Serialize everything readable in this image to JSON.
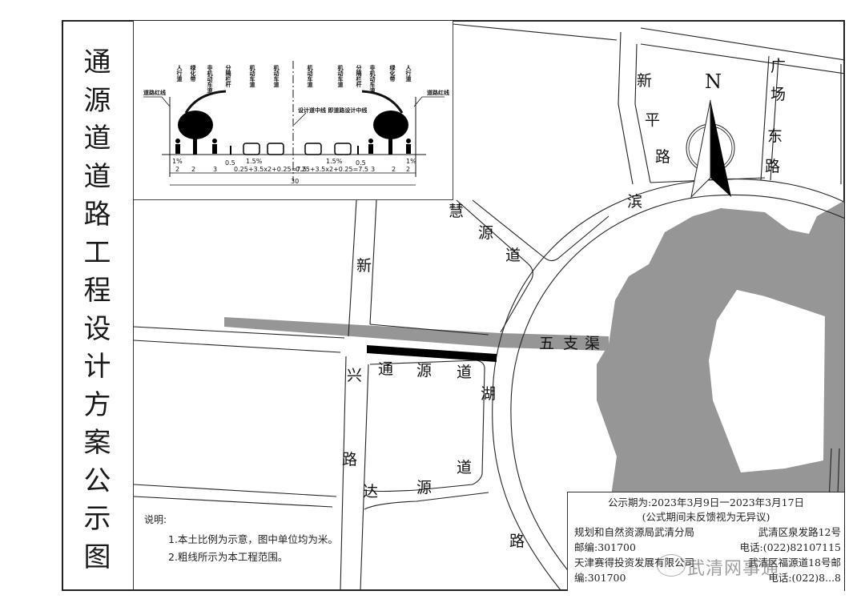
{
  "title": {
    "text": "通源道道路工程设计方案公示图",
    "chars": [
      "通",
      "源",
      "道",
      "道",
      "路",
      "工",
      "程",
      "设",
      "计",
      "方",
      "案",
      "公",
      "示",
      "图"
    ]
  },
  "cross_section": {
    "left_labels": [
      "人行道",
      "绿化带",
      "非机动车道",
      "分隔栏杆",
      "机动车道",
      "机动车道"
    ],
    "right_labels": [
      "机动车道",
      "机动车道",
      "分隔栏杆",
      "非机动车道",
      "绿化带",
      "人行道"
    ],
    "red_line_left": "道路红线",
    "red_line_right": "道路红线",
    "centerline_label": "设计道中线 即道路设计中线",
    "slopes": {
      "sidewalk_left": "1%",
      "carriage_left": "1.5%",
      "carriage_right": "1.5%",
      "sidewalk_right": "1%"
    },
    "dims_left": [
      "2",
      "2",
      "3",
      "0.5",
      "0.25+3.5x2+0.25=7.5"
    ],
    "dims_right": [
      "0.25+3.5x2+0.25=7.5",
      "0.5",
      "3",
      "2",
      "2"
    ],
    "total_width": "30"
  },
  "map": {
    "roads": {
      "xinping": [
        "新",
        "平",
        "路"
      ],
      "guangchang_dong": [
        "广",
        "场",
        "东",
        "路"
      ],
      "bin": "滨",
      "huiyuan": [
        "慧",
        "源",
        "道"
      ],
      "xinxing": [
        "新",
        "兴",
        "路"
      ],
      "tongyuan": [
        "通",
        "源",
        "道"
      ],
      "binhu": [
        "湖",
        "路"
      ],
      "dayuan": [
        "达",
        "源",
        "道"
      ]
    },
    "canal": [
      "五",
      "支",
      "渠"
    ],
    "north_label": "N",
    "colors": {
      "water": "#969696",
      "project_line": "#000000",
      "road_edge": "#222222"
    }
  },
  "notes": {
    "header": "说明:",
    "items": [
      "1.本土比例为示意，图中单位均为米。",
      "2.粗线所示为本工程范围。"
    ]
  },
  "notice": {
    "period": "公示期为:2023年3月9日一2023年3月17日",
    "remark": "(公式期间未反馈视为无异议)",
    "rows": [
      [
        "规划和自然资源局武清分局",
        "武清区泉发路12号"
      ],
      [
        "邮编:301700",
        "电话:(022)82107115"
      ],
      [
        "天津赛得投资发展有限公司",
        "武清区福源道18号邮"
      ],
      [
        "编:301700",
        "电话:(022)8...8"
      ]
    ]
  },
  "watermark": "武清网事通"
}
